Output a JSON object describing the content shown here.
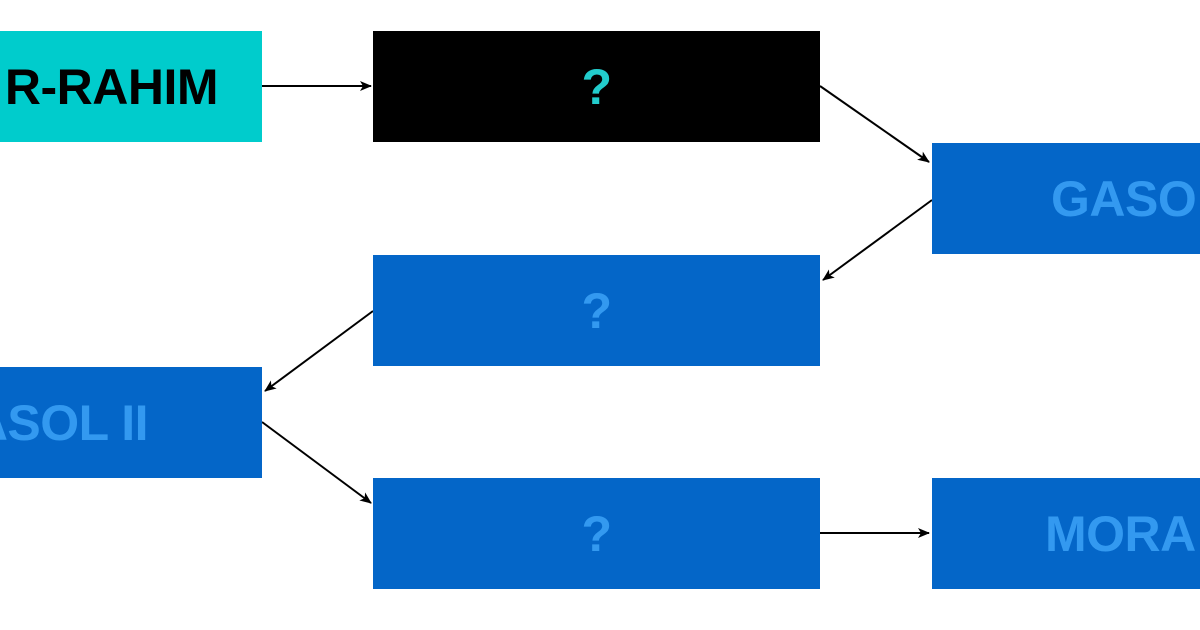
{
  "colors": {
    "background": "#ffffff",
    "blue_box": "#0466c8",
    "blue_text": "#3399f0",
    "teal_box": "#00cccc",
    "black_box": "#000000",
    "teal_text": "#22cccc",
    "arrow": "#000000"
  },
  "nodes": [
    {
      "id": "n1",
      "label": "R-RAHIM",
      "fill": "#00cccc",
      "text_color": "#000000"
    },
    {
      "id": "n2",
      "label": "?",
      "fill": "#000000",
      "text_color": "#22cccc"
    },
    {
      "id": "n3",
      "label": "GASO",
      "fill": "#0466c8",
      "text_color": "#3399f0"
    },
    {
      "id": "n4",
      "label": "?",
      "fill": "#0466c8",
      "text_color": "#3399f0"
    },
    {
      "id": "n5",
      "label": "ASOL II",
      "fill": "#0466c8",
      "text_color": "#3399f0"
    },
    {
      "id": "n6",
      "label": "?",
      "fill": "#0466c8",
      "text_color": "#3399f0"
    },
    {
      "id": "n7",
      "label": "MORA",
      "fill": "#0466c8",
      "text_color": "#3399f0"
    }
  ],
  "edges": [
    {
      "from": "n1",
      "to": "n2"
    },
    {
      "from": "n2",
      "to": "n3"
    },
    {
      "from": "n3",
      "to": "n4"
    },
    {
      "from": "n4",
      "to": "n5"
    },
    {
      "from": "n5",
      "to": "n6"
    },
    {
      "from": "n6",
      "to": "n7"
    }
  ]
}
